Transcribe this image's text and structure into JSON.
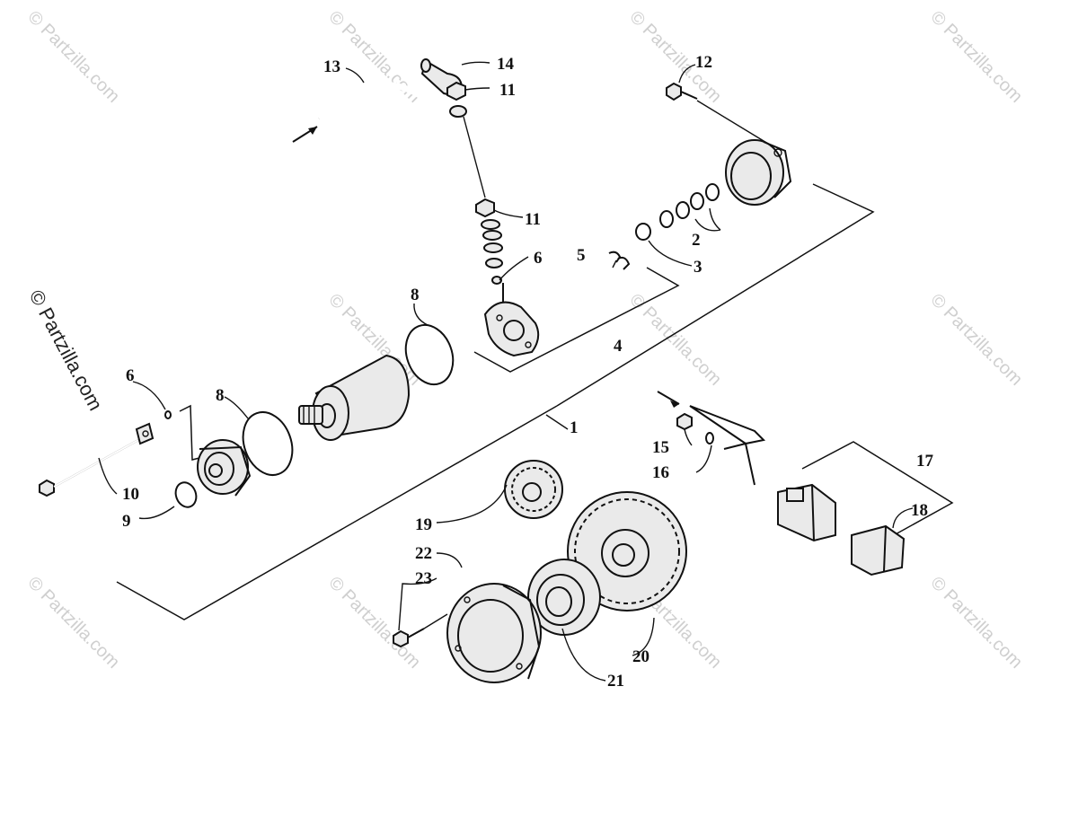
{
  "diagram": {
    "watermark": "© Partzilla.com",
    "side_copyright": "© Partzilla.com",
    "callouts": {
      "c1": "1",
      "c2": "2",
      "c3": "3",
      "c4": "4",
      "c5": "5",
      "c6a": "6",
      "c6b": "6",
      "c8a": "8",
      "c8b": "8",
      "c9": "9",
      "c10": "10",
      "c11a": "11",
      "c11b": "11",
      "c12": "12",
      "c13": "13",
      "c14": "14",
      "c15": "15",
      "c16": "16",
      "c17": "17",
      "c18": "18",
      "c19": "19",
      "c20": "20",
      "c21": "21",
      "c22": "22",
      "c23": "23"
    }
  }
}
